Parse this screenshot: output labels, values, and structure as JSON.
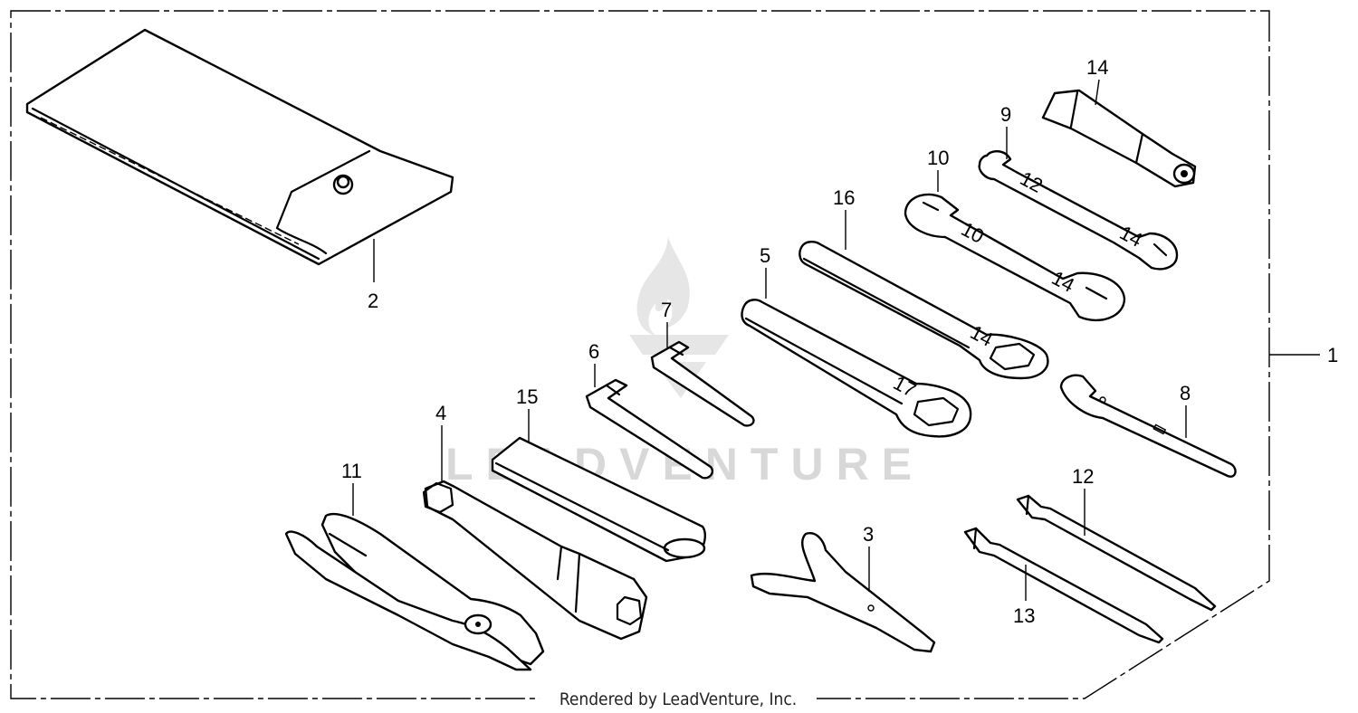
{
  "callouts": {
    "c1": "1",
    "c2": "2",
    "c3": "3",
    "c4": "4",
    "c5": "5",
    "c6": "6",
    "c7": "7",
    "c8": "8",
    "c9": "9",
    "c10": "10",
    "c11": "11",
    "c12": "12",
    "c13": "13",
    "c14": "14",
    "c15": "15",
    "c16": "16"
  },
  "watermark": {
    "text": "LEADVENTURE",
    "color": "#d8d8d8"
  },
  "credit": "Rendered by LeadVenture, Inc."
}
